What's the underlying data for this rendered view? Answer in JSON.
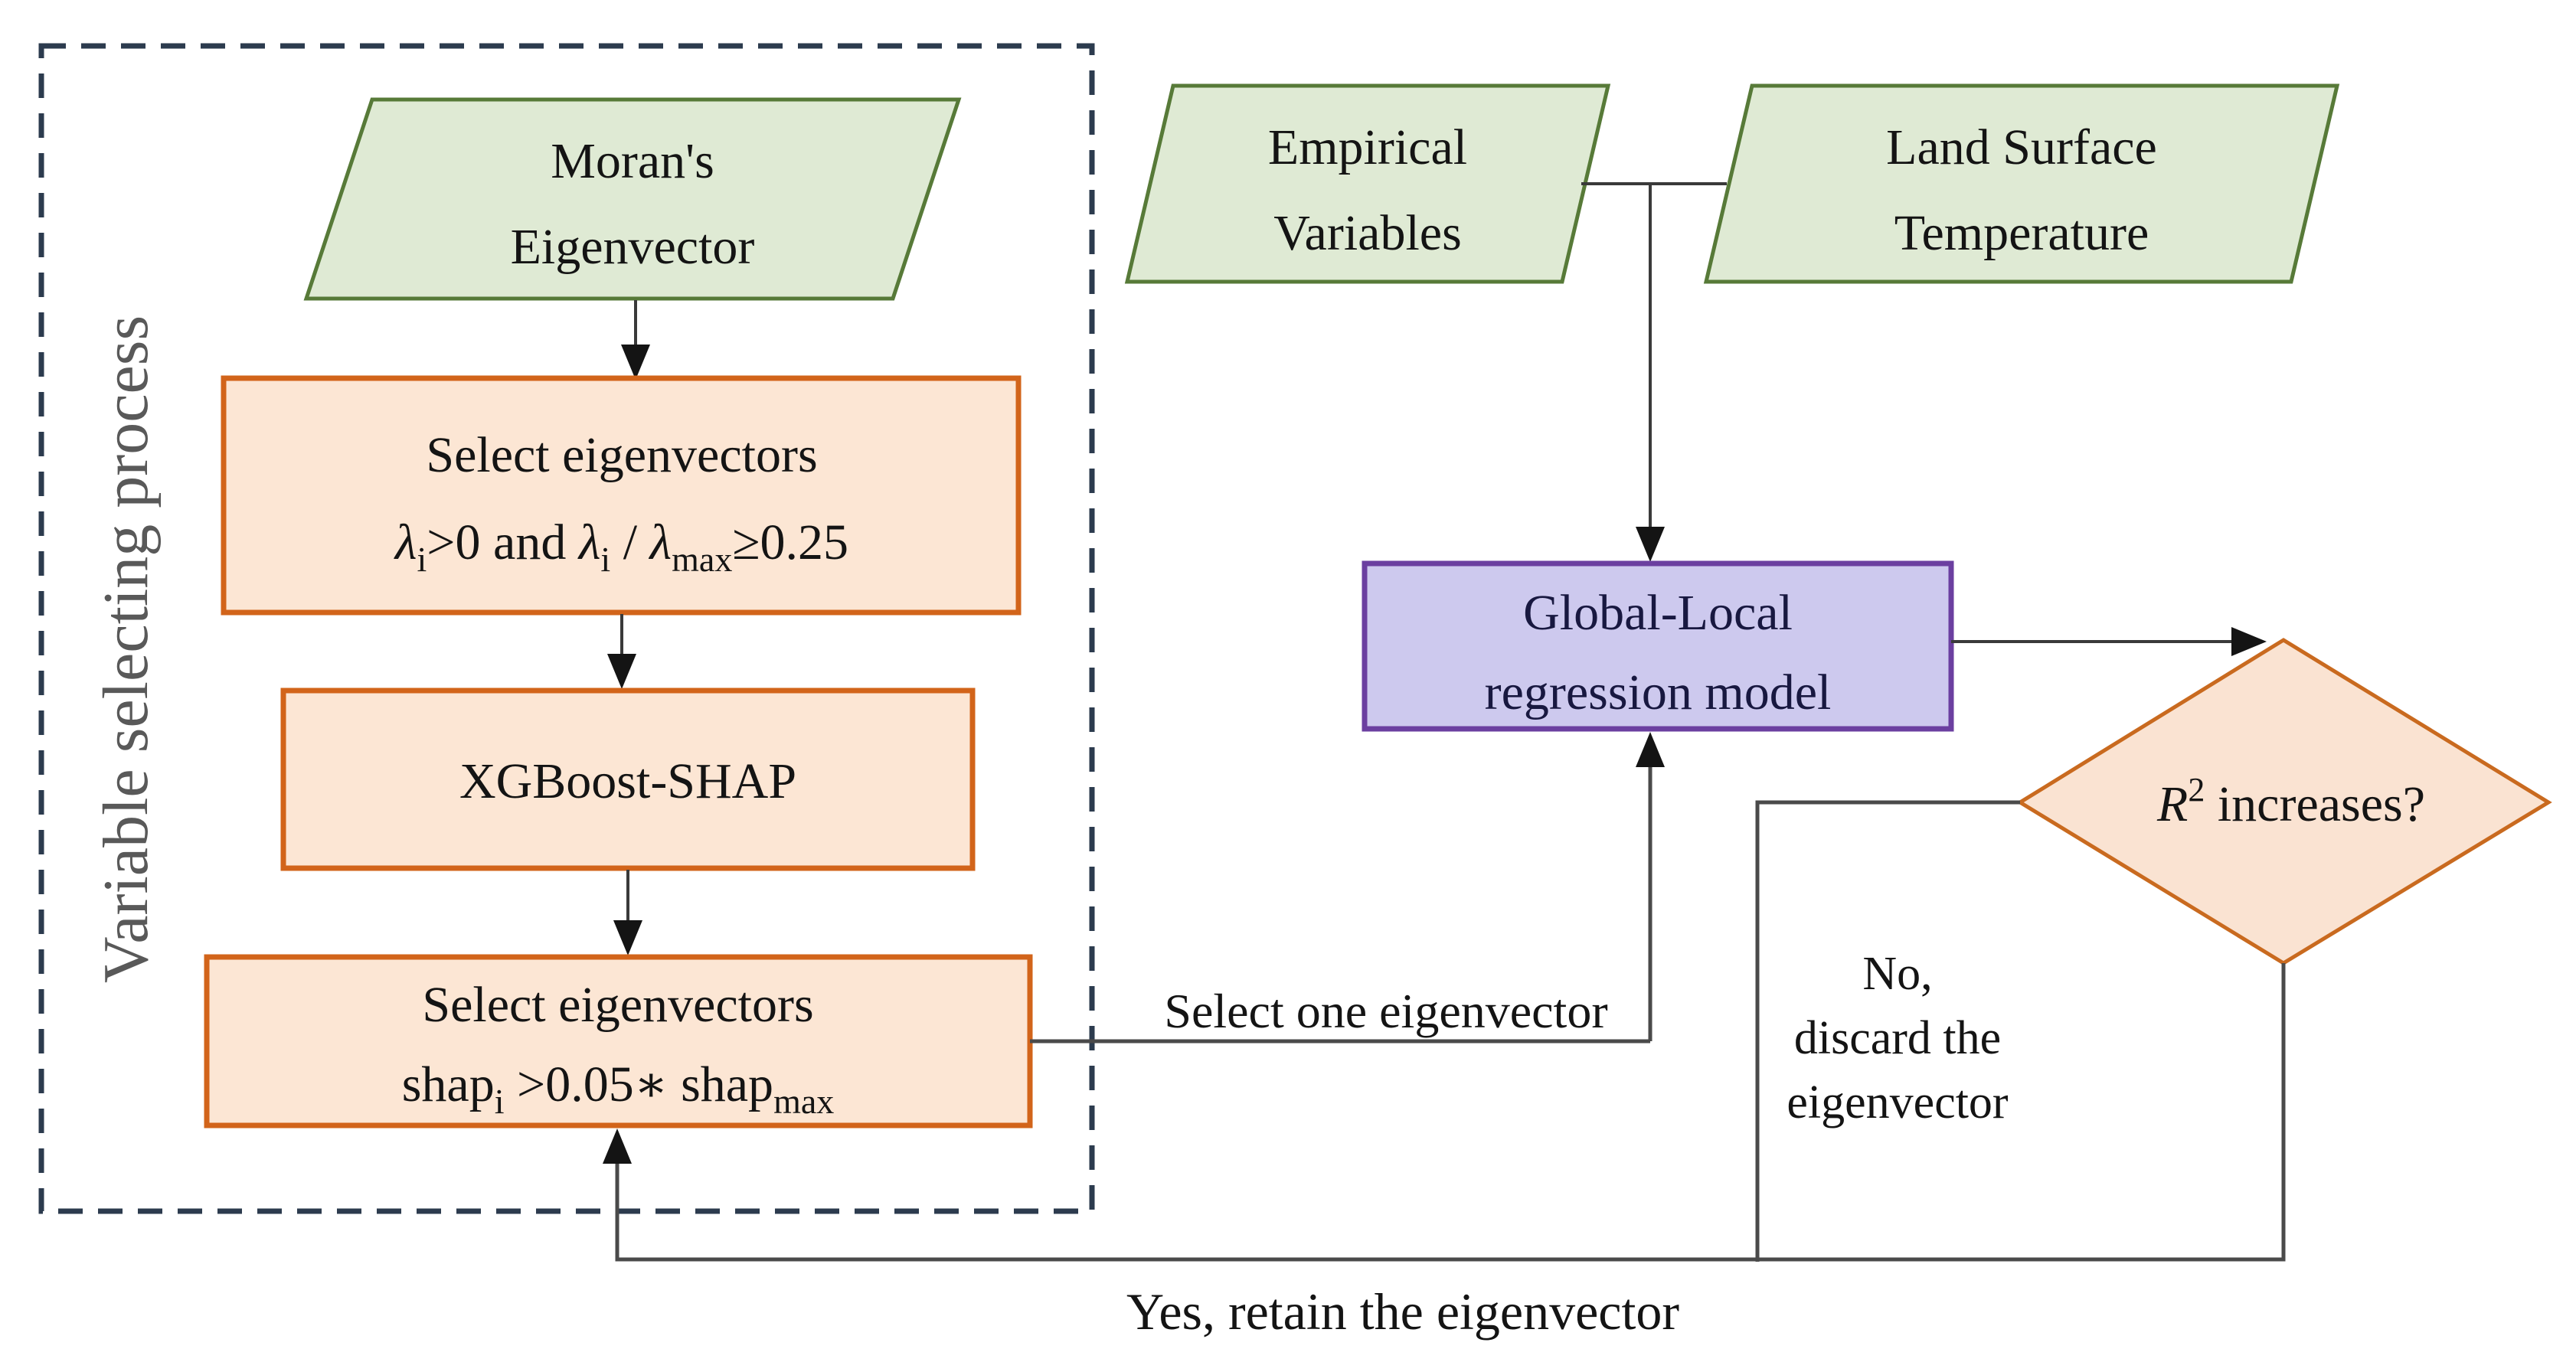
{
  "diagram": {
    "container": {
      "label": "Variable selecting process"
    },
    "nodes": {
      "morans": {
        "line1": "Moran's",
        "line2": "Eigenvector"
      },
      "empirical": {
        "line1": "Empirical",
        "line2": "Variables"
      },
      "lst": {
        "line1": "Land Surface",
        "line2": "Temperature"
      },
      "select_lambda": {
        "line1": "Select eigenvectors",
        "formula": {
          "lam1": "λ",
          "sub1": "i",
          "op1": ">0 and ",
          "lam2": "λ",
          "sub2": "i",
          "op2": " / ",
          "lam3": "λ",
          "sub3": "max",
          "tail": "≥0.25"
        }
      },
      "xgboost": {
        "label": "XGBoost-SHAP"
      },
      "select_shap": {
        "line1": "Select eigenvectors",
        "formula": {
          "base1": "shap",
          "sub1": "i",
          "op": " >0.05∗ ",
          "base2": "shap",
          "sub2": "max"
        }
      },
      "model": {
        "line1": "Global-Local",
        "line2": "regression model"
      },
      "decision": {
        "base": "R",
        "sup": "2",
        "rest": " increases?"
      }
    },
    "edges": {
      "select_one": "Select one eigenvector",
      "no": {
        "line1": "No,",
        "line2": "discard the",
        "line3": "eigenvector"
      },
      "yes": "Yes, retain the eigenvector"
    },
    "colors": {
      "green_fill": "#dfead4",
      "green_stroke": "#577a38",
      "orange_fill": "#fce6d4",
      "orange_stroke": "#d2641a",
      "purple_fill": "#cdc9ee",
      "purple_stroke": "#6b3fa0",
      "diamond_fill": "#fae3d2",
      "diamond_stroke": "#c96a1f",
      "dashed_border": "#2c3b4e",
      "line": "#3a3a3a",
      "text": "#141414",
      "container_label_gray": "#595959"
    }
  }
}
